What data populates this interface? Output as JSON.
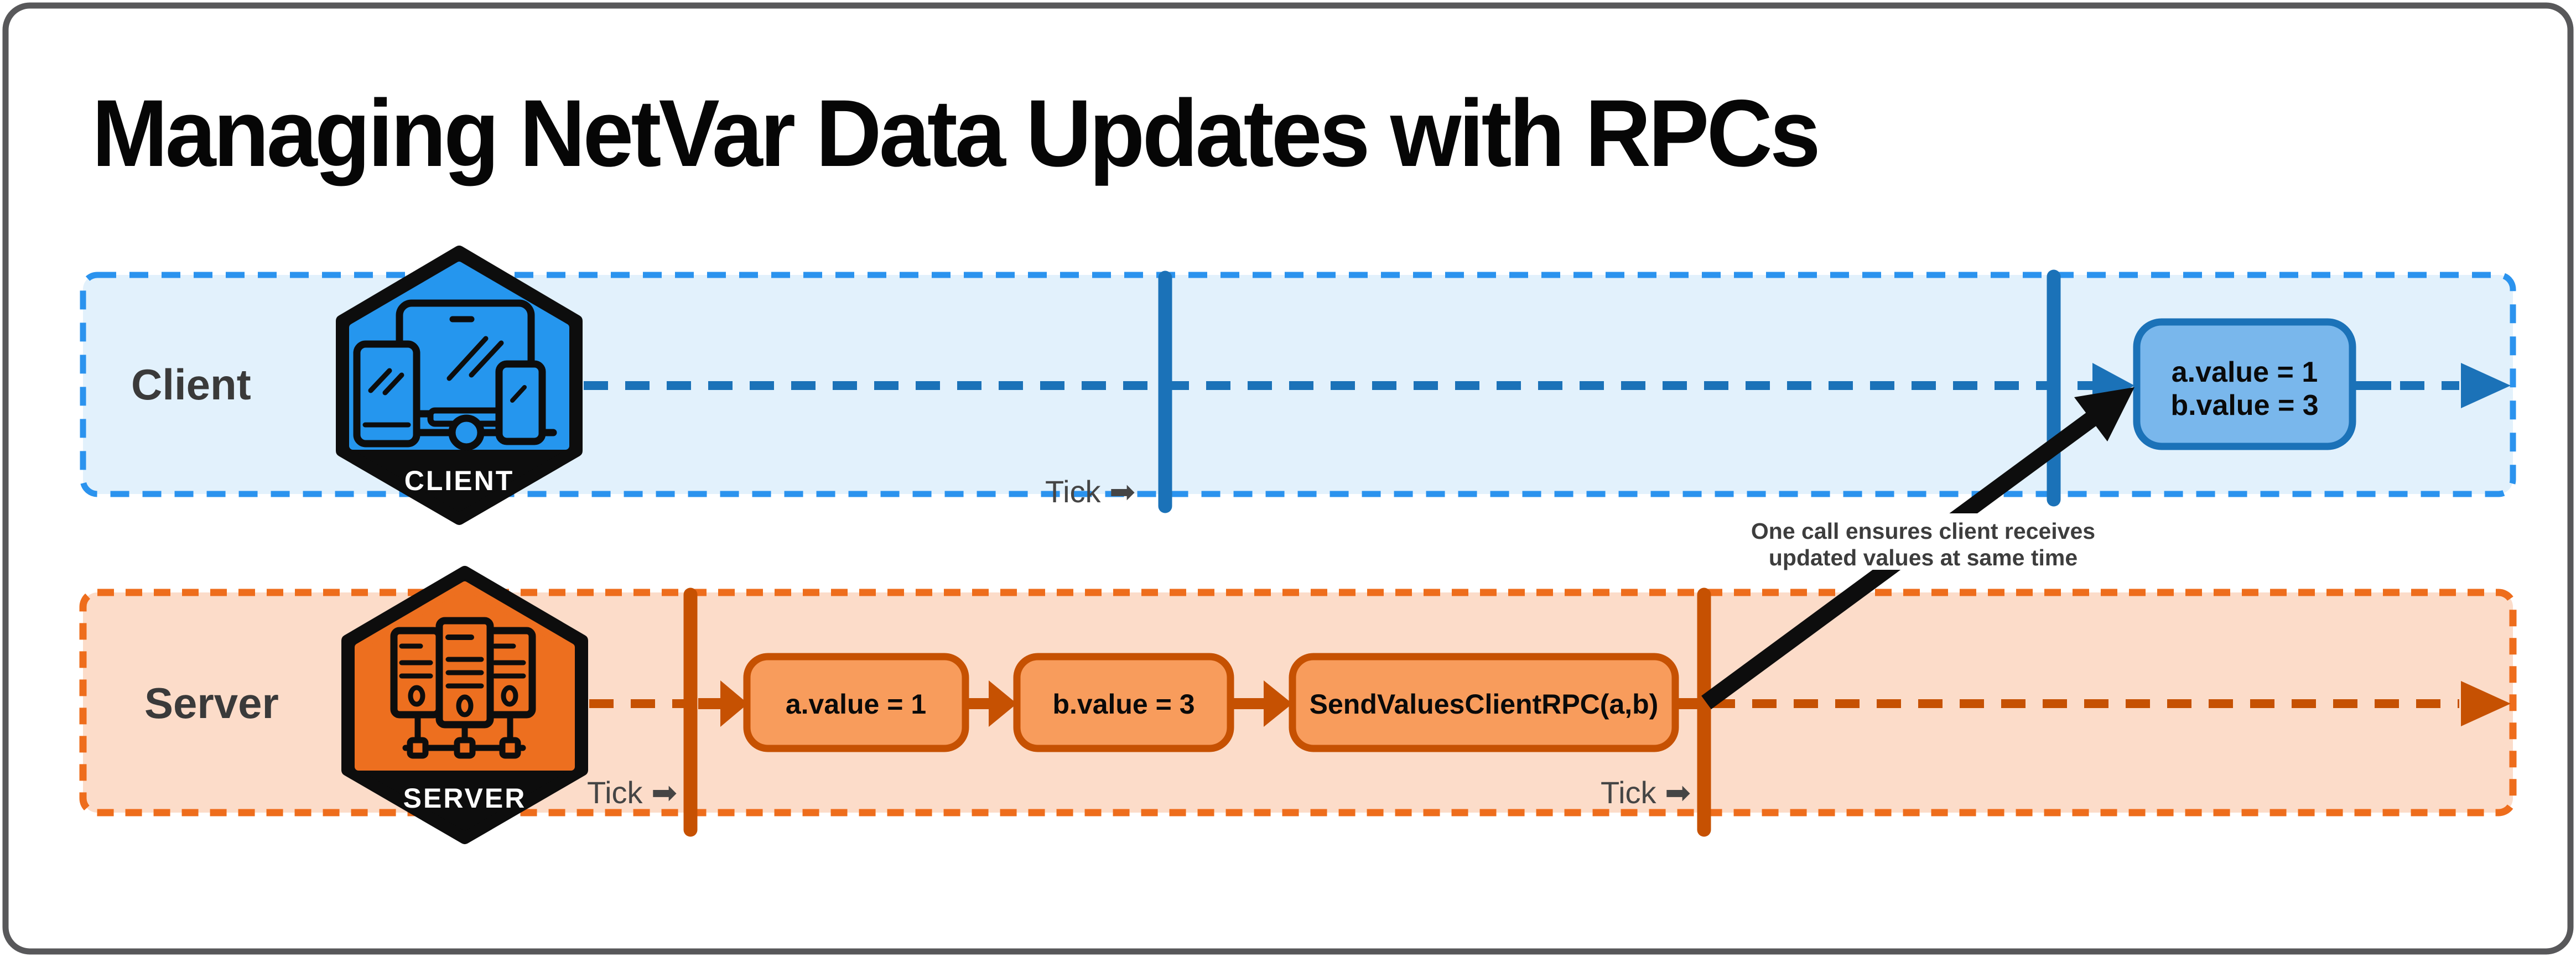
{
  "title": "Managing NetVar Data Updates with RPCs",
  "client_lane": {
    "label": "Client",
    "hexagon_label": "CLIENT",
    "tick_label": "Tick ➡",
    "result_box": {
      "line1": "a.value = 1",
      "line2": "b.value = 3"
    }
  },
  "server_lane": {
    "label": "Server",
    "hexagon_label": "SERVER",
    "tick_label_1": "Tick ➡",
    "tick_label_2": "Tick ➡",
    "steps": [
      "a.value = 1",
      "b.value = 3",
      "SendValuesClientRPC(a,b)"
    ]
  },
  "annotation": {
    "line1": "One call ensures client receives",
    "line2": "updated values at same time"
  },
  "colors": {
    "client_accent": "#2b93ee",
    "client_dark": "#1b72b8",
    "client_lane_fill": "#e2f1fc",
    "client_box_fill": "#79b7ec",
    "client_hexagon_fill": "#2596ee",
    "server_accent": "#ee6d1c",
    "server_dark": "#c65102",
    "server_lane_fill": "#fcdcc9",
    "server_box_fill": "#f89c5c",
    "server_hexagon_fill": "#ed6f1f",
    "annotation_text": "#3d3d3d",
    "arrow_black": "#0d0d0d",
    "frame_border": "#58585a"
  }
}
